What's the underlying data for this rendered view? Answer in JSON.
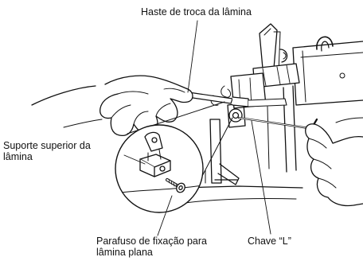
{
  "figure": {
    "callouts": {
      "blade_change_rod": "Haste de troca da lâmina",
      "upper_blade_holder": [
        "Suporte superior da",
        "lâmina"
      ],
      "l_wrench": "Chave “L”",
      "flat_blade_screw": [
        "Parafuso de fixação para",
        "lâmina plana"
      ]
    },
    "colors": {
      "ink": "#111111",
      "paper": "#ffffff",
      "shade": "#d9d9d9"
    }
  }
}
